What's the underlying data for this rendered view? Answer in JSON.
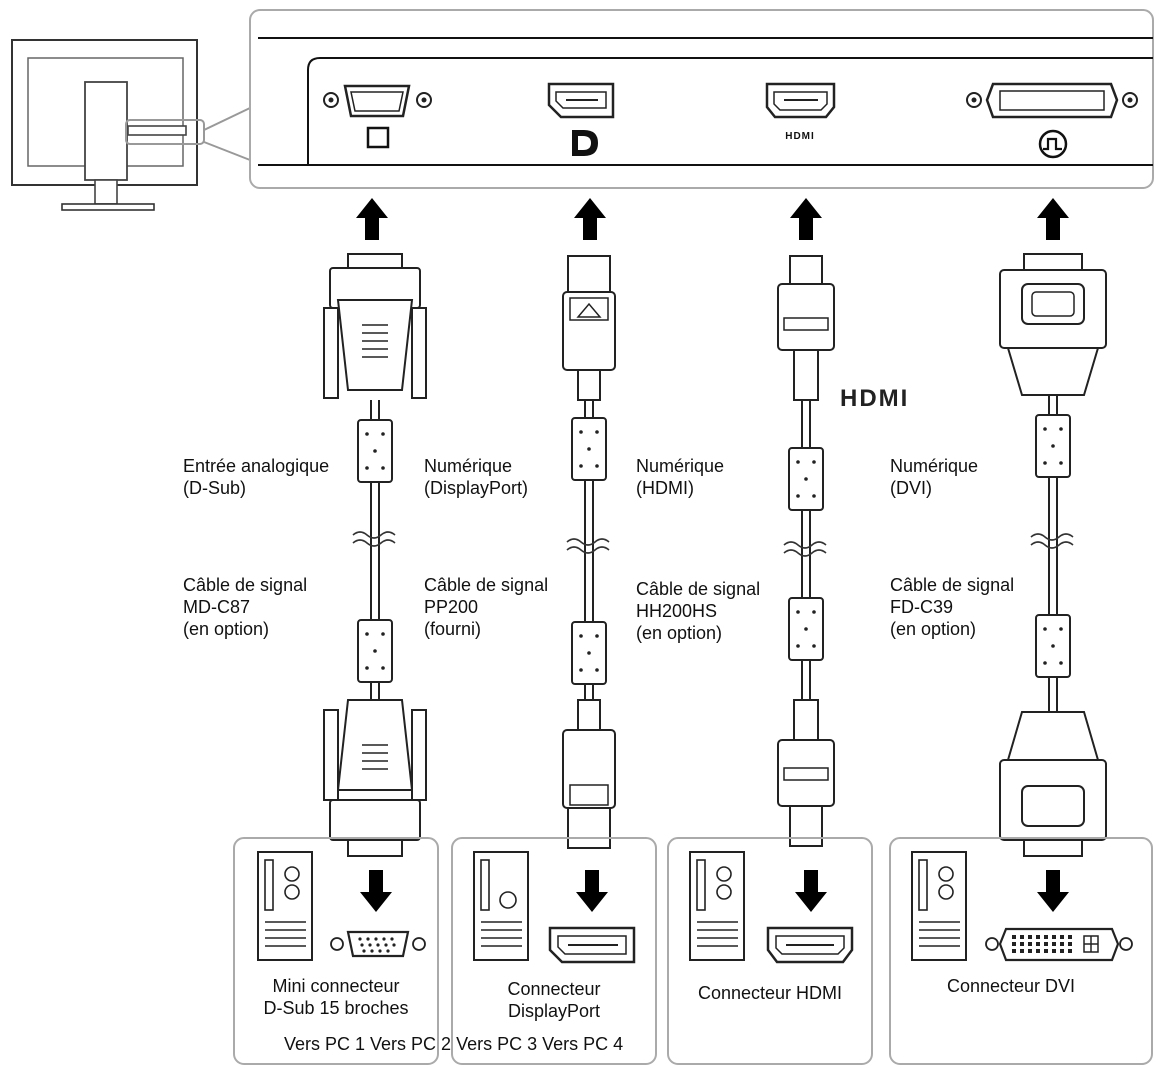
{
  "ports": [
    {
      "id": "dsub",
      "symbol": "analog-square"
    },
    {
      "id": "displayport",
      "symbol": "D"
    },
    {
      "id": "hdmi",
      "symbol": "HDMI"
    },
    {
      "id": "dvi",
      "symbol": "digital-wave"
    }
  ],
  "hdmi_logo": "HDMI",
  "cables": [
    {
      "signal_type": [
        "Entrée analogique",
        "(D-Sub)"
      ],
      "cable_name": [
        "Câble de signal",
        "MD-C87",
        "(en option)"
      ],
      "pc_connector": [
        "Mini connecteur",
        "D-Sub 15 broches"
      ]
    },
    {
      "signal_type": [
        "Numérique",
        "(DisplayPort)"
      ],
      "cable_name": [
        "Câble de signal",
        "PP200",
        "(fourni)"
      ],
      "pc_connector": [
        "Connecteur",
        "DisplayPort"
      ]
    },
    {
      "signal_type": [
        "Numérique",
        "(HDMI)"
      ],
      "cable_name": [
        "Câble de signal",
        "HH200HS",
        "(en option)"
      ],
      "pc_connector": [
        "Connecteur HDMI"
      ]
    },
    {
      "signal_type": [
        "Numérique",
        "(DVI)"
      ],
      "cable_name": [
        "Câble de signal",
        "FD-C39",
        "(en option)"
      ],
      "pc_connector": [
        "Connecteur DVI"
      ]
    }
  ],
  "footer": "Vers PC 1 Vers PC 2 Vers PC 3 Vers PC 4"
}
